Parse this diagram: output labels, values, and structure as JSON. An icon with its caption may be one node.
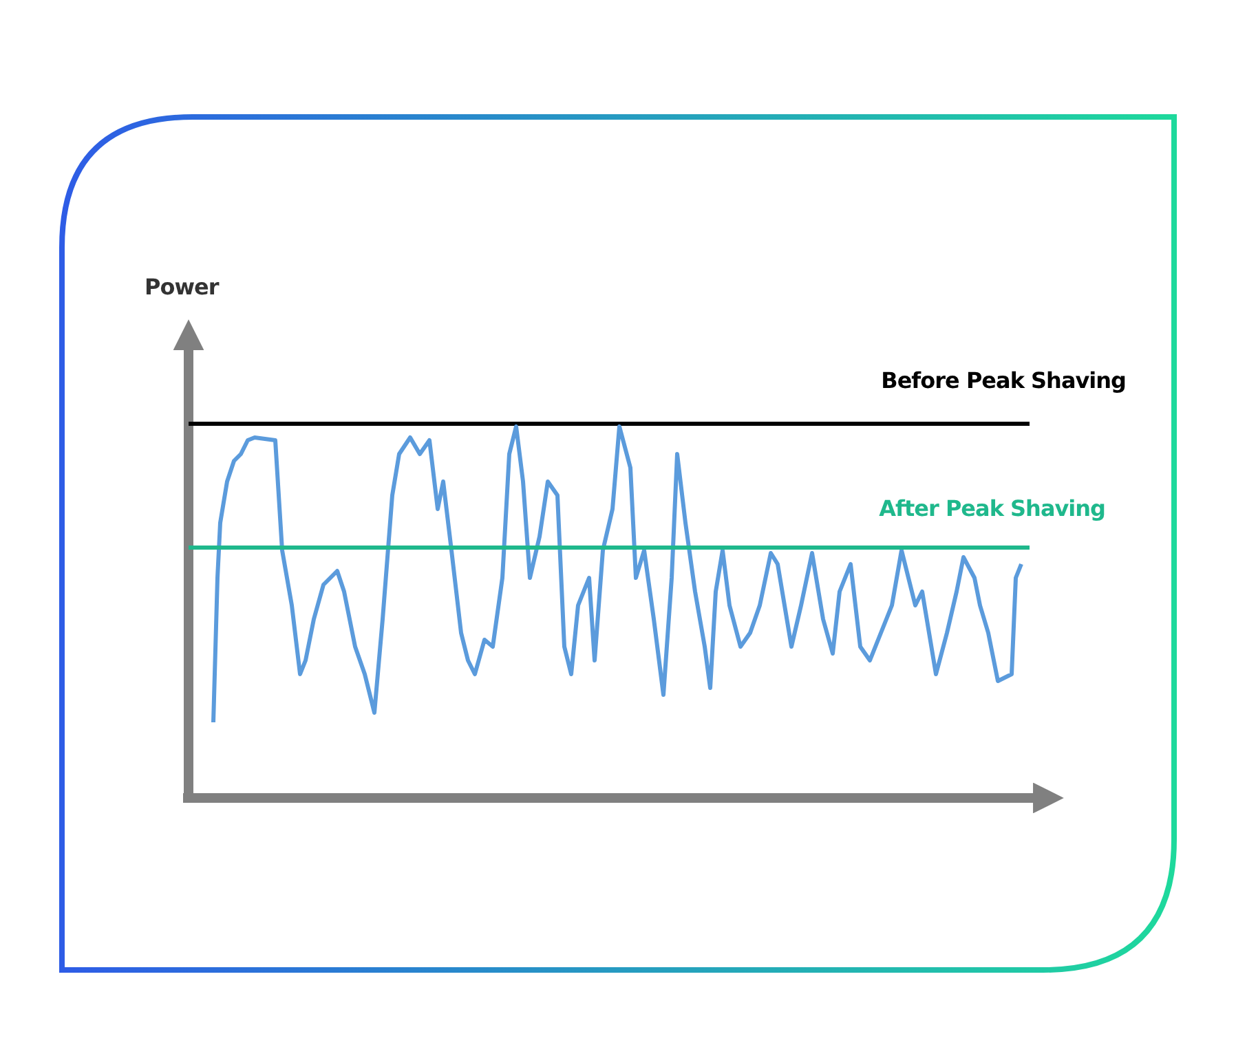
{
  "diagram": {
    "labels": [
      "Power",
      "Before Peak Shaving",
      "After Peak Shaving"
    ]
  }
}
